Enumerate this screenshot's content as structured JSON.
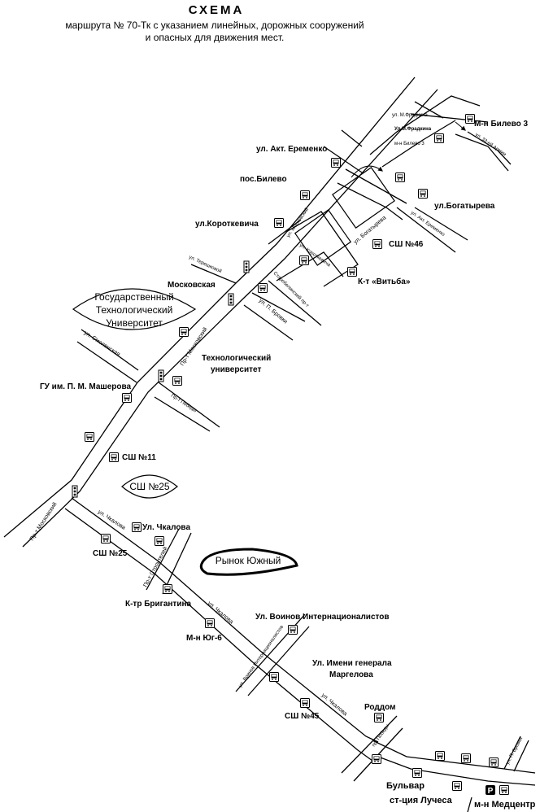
{
  "header": {
    "title": "СХЕМА",
    "line1": "маршрута № 70-Тк с указанием линейных, дорожных сооружений",
    "line2": "и опасных для движения мест."
  },
  "stops": {
    "bilevo3": "М-н Билево 3",
    "akt_eremenko": "ул. Акт. Еременко",
    "pos_bilevo": "пос.Билево",
    "bogatyreva": "ул.Богатырева",
    "korotkevicha": "ул.Короткевича",
    "sch46": "СШ №46",
    "vitba": "К-т «Витьба»",
    "moskovskaya": "Московская",
    "tech_univ": "Технологический университет",
    "masherov": "ГУ им. П. М. Машерова",
    "sch11": "СШ №11",
    "chkalova": "Ул. Чкалова",
    "sch25": "СШ №25",
    "brigantina": "К-тр Бригантина",
    "yug6": "М-н Юг-6",
    "voinov": "Ул. Воинов Интернационалистов",
    "margelova": "Ул. Имени генерала Маргелова",
    "roddom": "Роддом",
    "sch45": "СШ №45",
    "bulvar": "Бульвар",
    "luchesa": "ст-ция Лучеса",
    "medcentr": "м-н Медцентр"
  },
  "landmarks": {
    "gtu": "Государственный Технологический Университет",
    "sch25_oval": "СШ №25",
    "rynok": "Рынок Южный"
  },
  "streets": {
    "pr_moskovsky_top": "Пр-т Московский",
    "pr_moskovsky_bottom": "Пр-т Московский",
    "smolenskaya": "ул. Смоленская",
    "pr_pobedy": "Пр-т Победы",
    "p_brovki": "ул. П. Бровки",
    "chkalova1": "ул. Чкалова",
    "chkalova2": "ул. Чкалова",
    "chkalova3": "ул. Чкалова",
    "stroiteley": "Пр-т Строителей",
    "voinov_int": "ул. Воинов Интернационалистов",
    "pr_pobedy2": "пр. Победы",
    "p_brovki2": "ул. П. Бровки",
    "tereshkovoi": "ул. Терешковой",
    "stapoblinskiy": "Старобелинский пр-т",
    "bogatyreva": "ул. Богатырева",
    "moskovskiy_small": "ул. Московский",
    "akt_eremenko_small": "ул. Акт. Еременко",
    "korotkevicha_small": "ул. Короткевича",
    "fradkina1": "ул. М.Фрадкина",
    "fradkina2": "Ул.М.Фрадкина",
    "bilevo3_small": "м-н Билево 3",
    "armii": "ул. 33-ей Армии",
    "parking": "P"
  },
  "icons": [
    "bus-stop-icon",
    "parking-icon",
    "traffic-light-icon"
  ]
}
